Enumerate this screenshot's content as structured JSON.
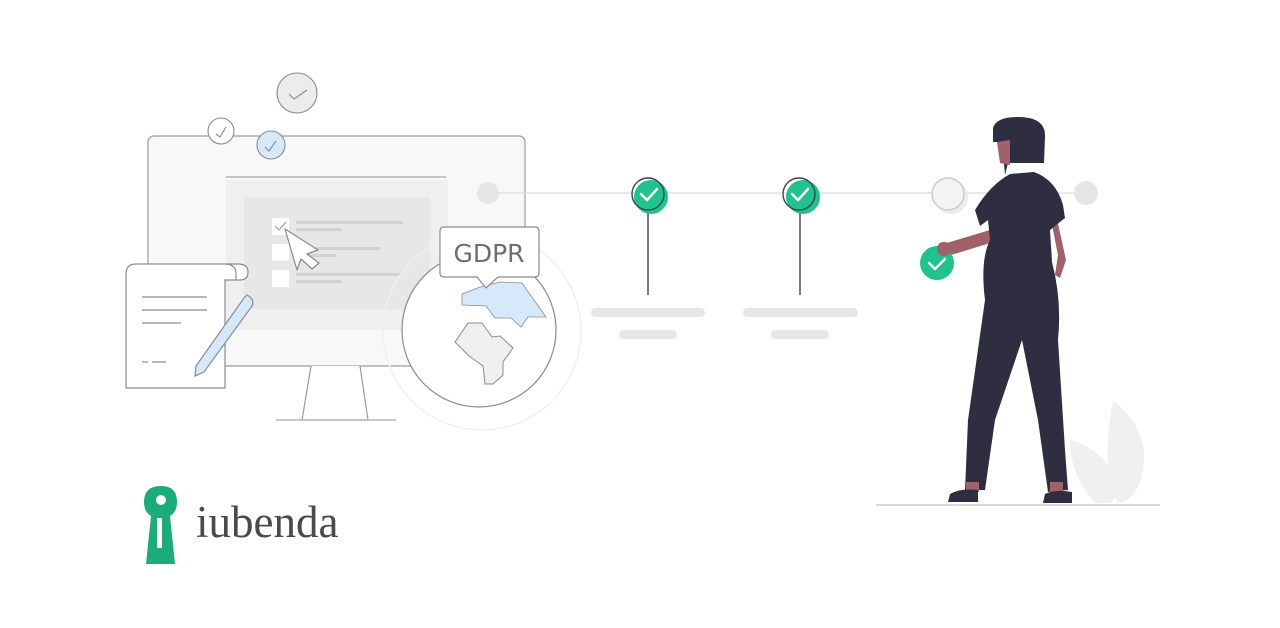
{
  "illustration": {
    "badge_label": "GDPR",
    "timeline_steps": [
      {
        "state": "pending",
        "icon": "dot-icon"
      },
      {
        "state": "complete",
        "icon": "check-circle-icon"
      },
      {
        "state": "complete",
        "icon": "check-circle-icon"
      },
      {
        "state": "current",
        "icon": "empty-circle-icon"
      },
      {
        "state": "pending",
        "icon": "dot-icon"
      }
    ],
    "floating_checks": [
      "check-circle-icon",
      "check-circle-icon",
      "check-circle-icon"
    ],
    "form_checkboxes": [
      {
        "checked": true
      },
      {
        "checked": false
      },
      {
        "checked": false
      }
    ]
  },
  "brand": {
    "name": "iubenda",
    "logo_icon": "keyhole-icon"
  },
  "colors": {
    "accent_green": "#1fc38b",
    "logo_green": "#1cac78",
    "light_blue": "#d6e9fb",
    "figure_dark": "#2f2e41",
    "skin": "#a0616a",
    "stroke_gray": "#8a8a96",
    "light_gray": "#e6e6e6"
  }
}
